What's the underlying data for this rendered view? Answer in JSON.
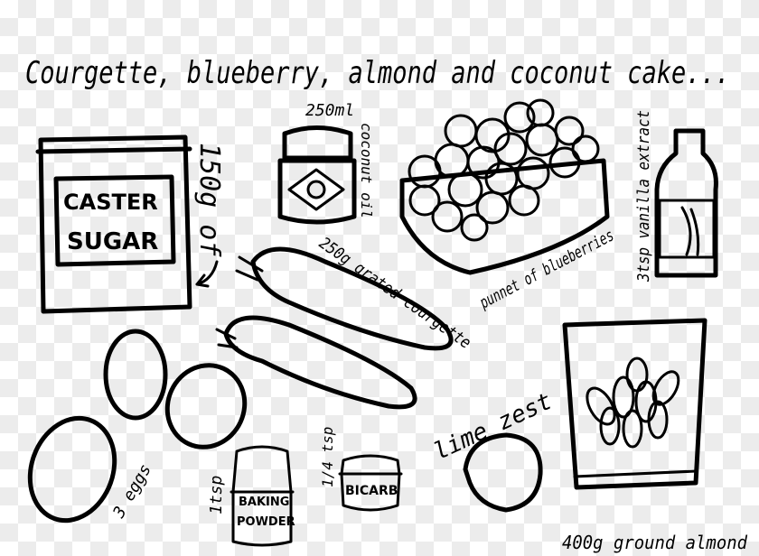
{
  "title": "Courgette, blueberry, almond and coconut cake...",
  "ingredients": {
    "sugar": {
      "qty": "150g of",
      "label_line1": "CASTER",
      "label_line2": "SUGAR"
    },
    "coconut_oil": {
      "qty": "250ml",
      "name": "coconut oil"
    },
    "blueberries": {
      "name": "punnet of blueberries"
    },
    "vanilla": {
      "name": "3tsp vanilla extract"
    },
    "courgette": {
      "name": "250g grated courgette"
    },
    "eggs": {
      "name": "3 eggs"
    },
    "baking_powder": {
      "qty": "1tsp",
      "label_line1": "BAKING",
      "label_line2": "POWDER"
    },
    "bicarb": {
      "qty": "1/4 tsp",
      "label": "BICARB"
    },
    "lime": {
      "name": "lime zest"
    },
    "almond": {
      "name": "400g ground almond"
    }
  }
}
